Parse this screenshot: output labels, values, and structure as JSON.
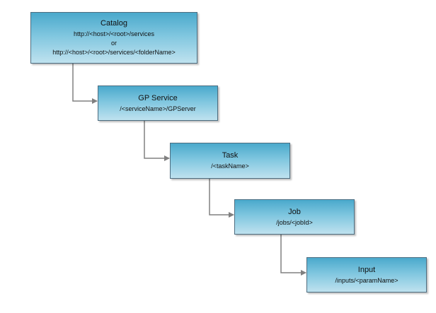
{
  "nodes": {
    "catalog": {
      "title": "Catalog",
      "lines": [
        "http://<host>/<root>/services",
        "or",
        "http://<host>/<root>/services/<folderName>"
      ]
    },
    "gp_service": {
      "title": "GP Service",
      "lines": [
        "/<serviceName>/GPServer"
      ]
    },
    "task": {
      "title": "Task",
      "lines": [
        "/<taskName>"
      ]
    },
    "job": {
      "title": "Job",
      "lines": [
        "/jobs/<jobId>"
      ]
    },
    "input": {
      "title": "Input",
      "lines": [
        "/inputs/<paramName>"
      ]
    }
  },
  "colors": {
    "connector": "#808080",
    "node_border": "#4d6d80",
    "node_top": "#4aa9cc",
    "node_bottom": "#bfe2ef"
  }
}
